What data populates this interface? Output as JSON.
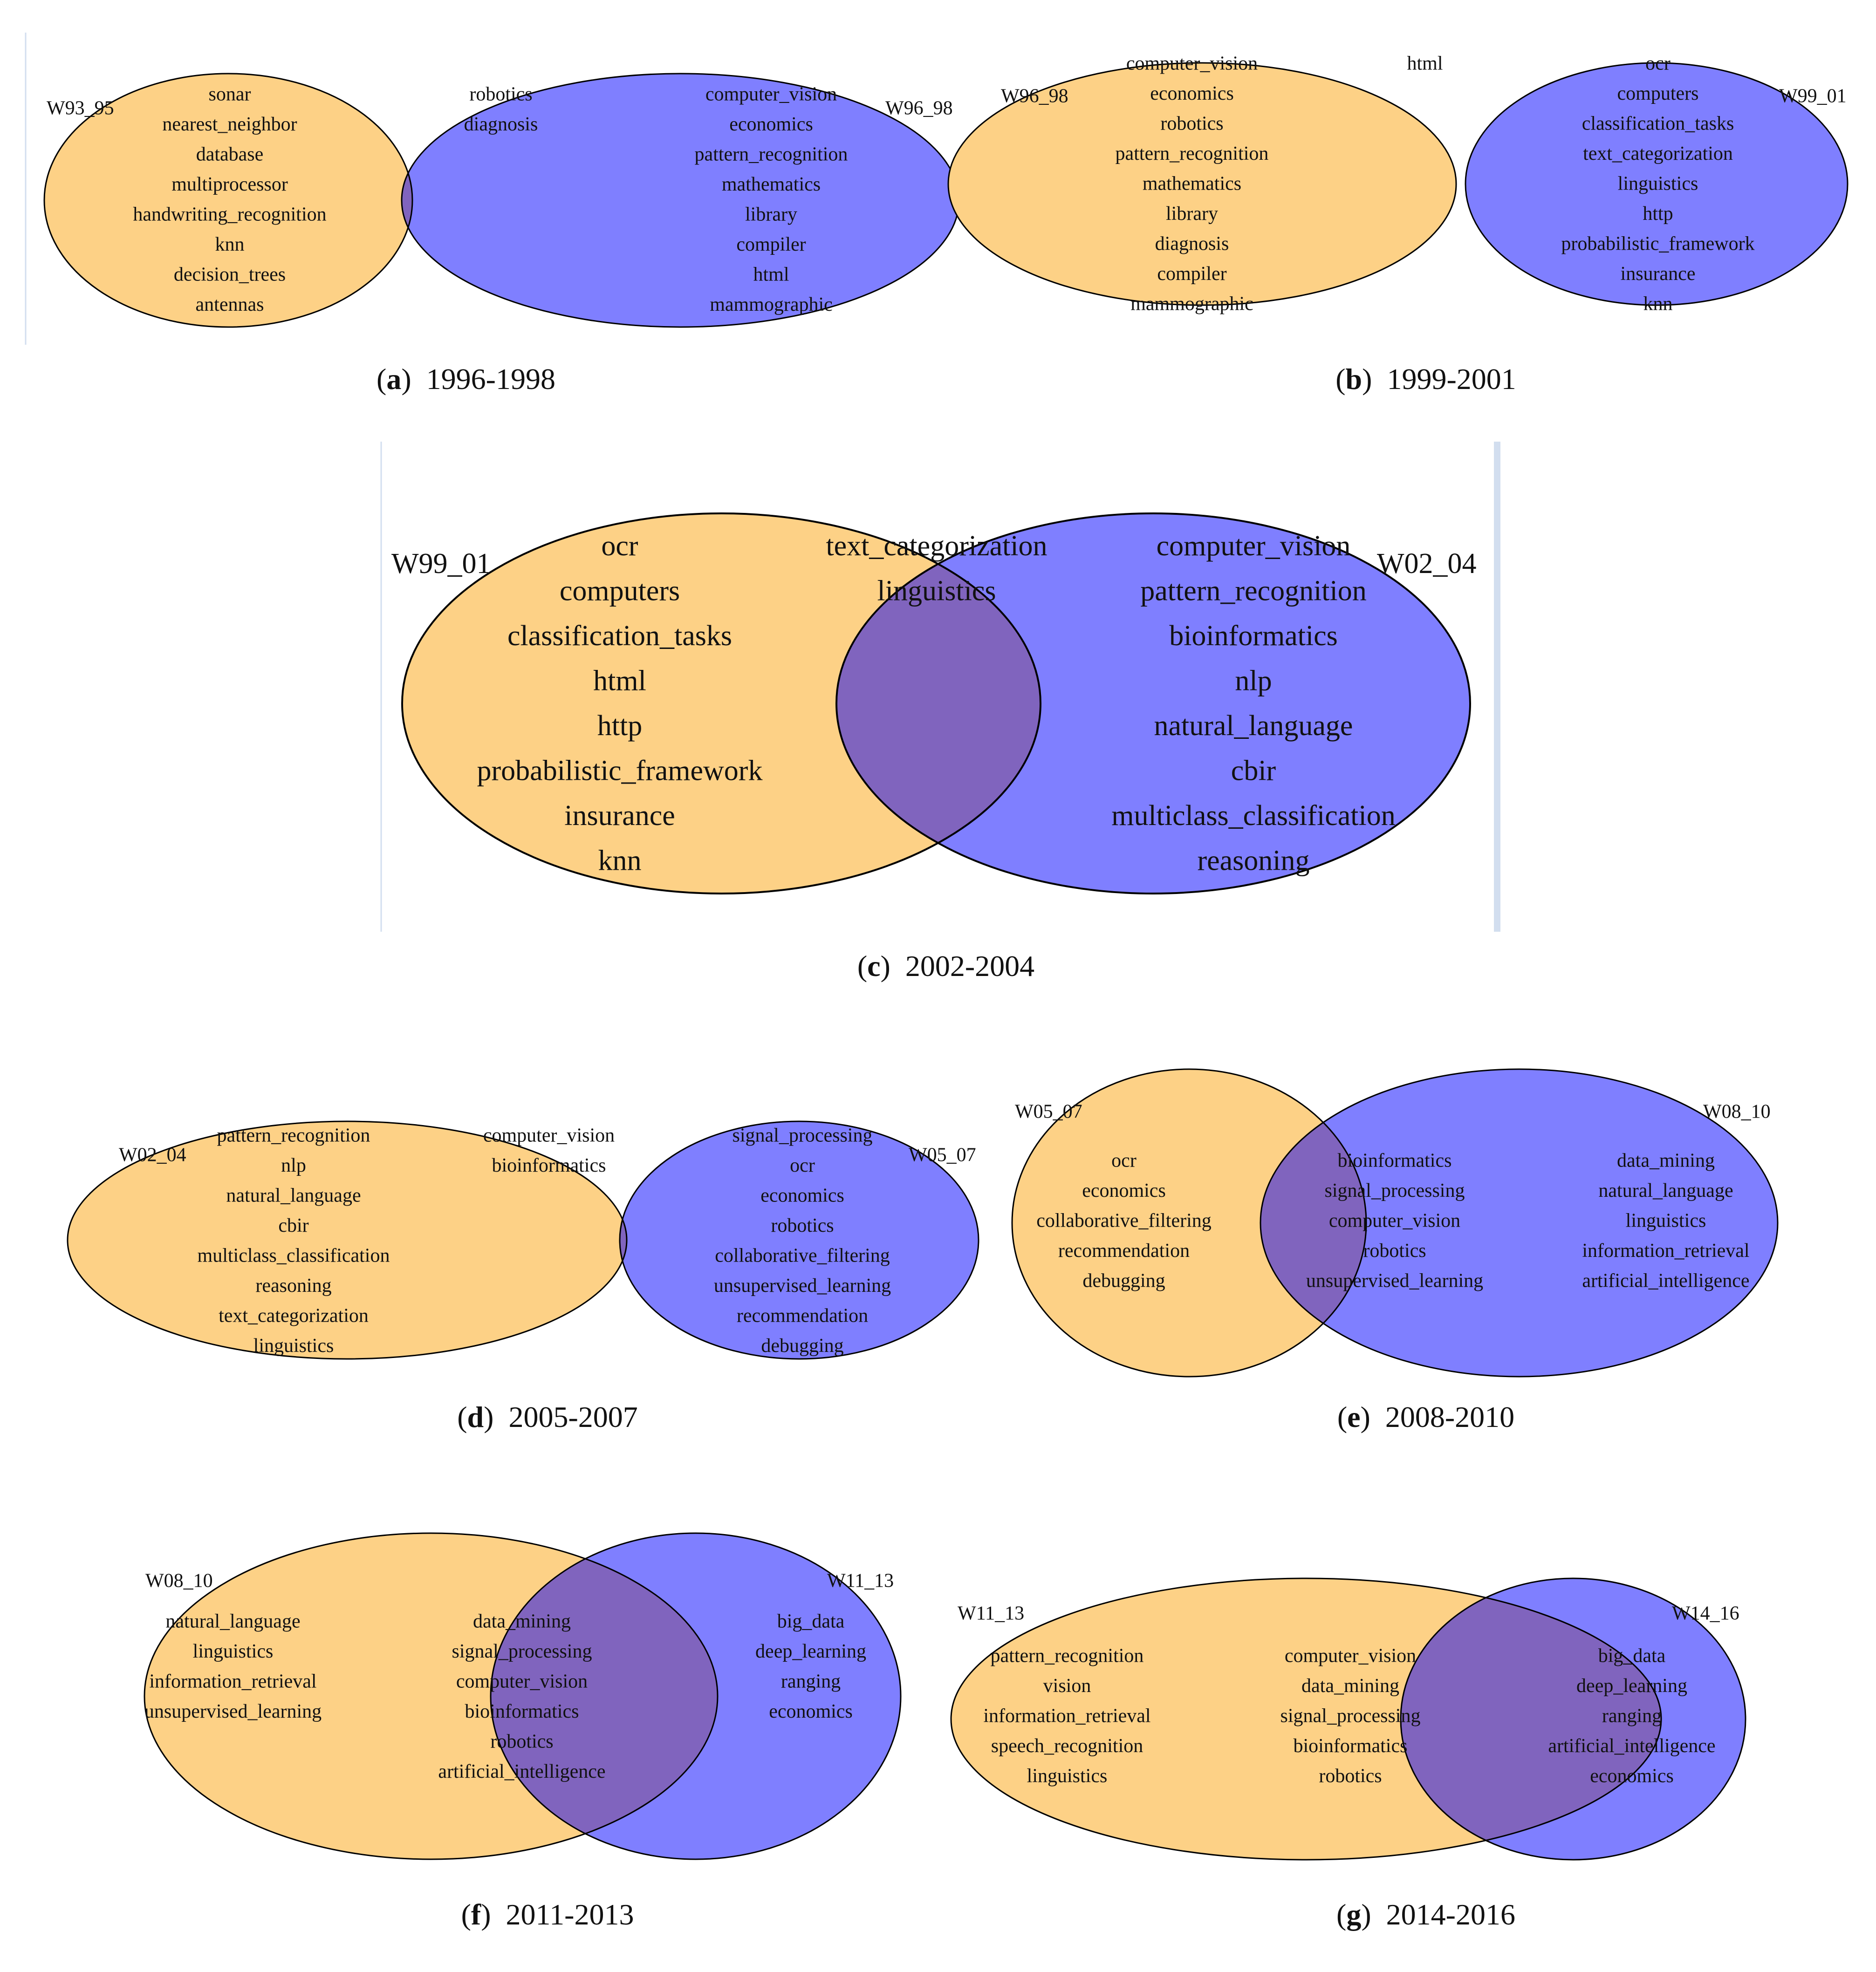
{
  "colors": {
    "left_fill": "#FDD186",
    "right_fill": "#7F7FFF",
    "overlap_fill": "#8064BE",
    "stroke": "#000000",
    "divider": "#D2DEEF"
  },
  "panels": [
    {
      "id": "a",
      "caption_letter": "a",
      "caption_text": "1996-1998",
      "left_label": "W93_95",
      "right_label": "W96_98",
      "left_only": [
        "sonar",
        "nearest_neighbor",
        "database",
        "multiprocessor",
        "handwriting_recognition",
        "knn",
        "decision_trees",
        "antennas"
      ],
      "shared": [
        "robotics",
        "diagnosis"
      ],
      "right_only": [
        "computer_vision",
        "economics",
        "pattern_recognition",
        "mathematics",
        "library",
        "compiler",
        "html",
        "mammographic"
      ]
    },
    {
      "id": "b",
      "caption_letter": "b",
      "caption_text": "1999-2001",
      "left_label": "W96_98",
      "right_label": "W99_01",
      "left_only": [
        "computer_vision",
        "economics",
        "robotics",
        "pattern_recognition",
        "mathematics",
        "library",
        "diagnosis",
        "compiler",
        "mammographic"
      ],
      "shared": [
        "html"
      ],
      "right_only": [
        "ocr",
        "computers",
        "classification_tasks",
        "text_categorization",
        "linguistics",
        "http",
        "probabilistic_framework",
        "insurance",
        "knn"
      ]
    },
    {
      "id": "c",
      "caption_letter": "c",
      "caption_text": "2002-2004",
      "left_label": "W99_01",
      "right_label": "W02_04",
      "left_only": [
        "ocr",
        "computers",
        "classification_tasks",
        "html",
        "http",
        "probabilistic_framework",
        "insurance",
        "knn"
      ],
      "shared": [
        "text_categorization",
        "linguistics"
      ],
      "right_only": [
        "computer_vision",
        "pattern_recognition",
        "bioinformatics",
        "nlp",
        "natural_language",
        "cbir",
        "multiclass_classification",
        "reasoning"
      ]
    },
    {
      "id": "d",
      "caption_letter": "d",
      "caption_text": "2005-2007",
      "left_label": "W02_04",
      "right_label": "W05_07",
      "left_only": [
        "pattern_recognition",
        "nlp",
        "natural_language",
        "cbir",
        "multiclass_classification",
        "reasoning",
        "text_categorization",
        "linguistics"
      ],
      "shared": [
        "computer_vision",
        "bioinformatics"
      ],
      "right_only": [
        "signal_processing",
        "ocr",
        "economics",
        "robotics",
        "collaborative_filtering",
        "unsupervised_learning",
        "recommendation",
        "debugging"
      ]
    },
    {
      "id": "e",
      "caption_letter": "e",
      "caption_text": "2008-2010",
      "left_label": "W05_07",
      "right_label": "W08_10",
      "left_only": [
        "ocr",
        "economics",
        "collaborative_filtering",
        "recommendation",
        "debugging"
      ],
      "shared": [
        "bioinformatics",
        "signal_processing",
        "computer_vision",
        "robotics",
        "unsupervised_learning"
      ],
      "right_only": [
        "data_mining",
        "natural_language",
        "linguistics",
        "information_retrieval",
        "artificial_intelligence"
      ]
    },
    {
      "id": "f",
      "caption_letter": "f",
      "caption_text": "2011-2013",
      "left_label": "W08_10",
      "right_label": "W11_13",
      "left_only": [
        "natural_language",
        "linguistics",
        "information_retrieval",
        "unsupervised_learning"
      ],
      "shared": [
        "data_mining",
        "signal_processing",
        "computer_vision",
        "bioinformatics",
        "robotics",
        "artificial_intelligence"
      ],
      "right_only": [
        "big_data",
        "deep_learning",
        "ranging",
        "economics"
      ]
    },
    {
      "id": "g",
      "caption_letter": "g",
      "caption_text": "2014-2016",
      "left_label": "W11_13",
      "right_label": "W14_16",
      "left_only": [
        "pattern_recognition",
        "vision",
        "information_retrieval",
        "speech_recognition",
        "linguistics"
      ],
      "shared": [
        "computer_vision",
        "data_mining",
        "signal_processing",
        "bioinformatics",
        "robotics"
      ],
      "right_only": [
        "big_data",
        "deep_learning",
        "ranging",
        "artificial_intelligence",
        "economics"
      ]
    }
  ]
}
